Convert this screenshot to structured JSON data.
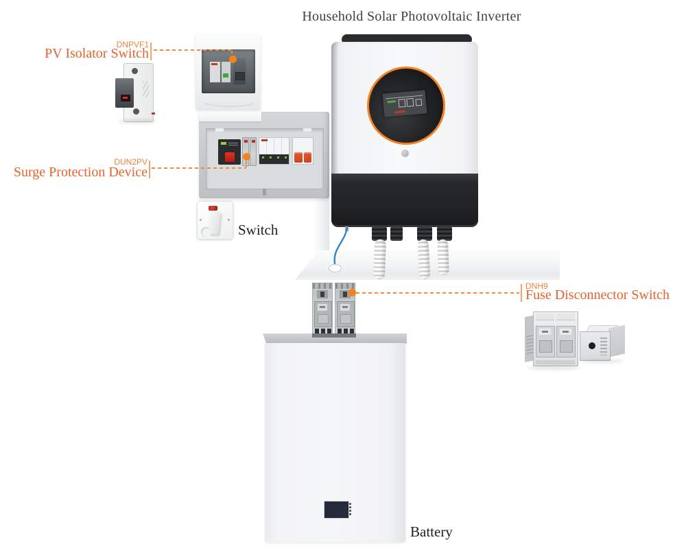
{
  "title": "Household Solar Photovoltaic Inverter",
  "colors": {
    "accent_label": "#e6622c",
    "accent_code": "#ef8440",
    "leader_line": "#f08a3e",
    "marker_dot": "#f5821f",
    "dark_label": "#1e1e1e",
    "title_text": "#3f3f3f",
    "inverter_ring": "#f5821f",
    "wire_blue": "#2e86c8"
  },
  "annotations": {
    "pv_isolator": {
      "code": "DNPVF1",
      "label": "PV Isolator Switch"
    },
    "surge_protection": {
      "code": "DUN2PV",
      "label": "Surge Protection Device"
    },
    "wall_switch": {
      "label": "Switch"
    },
    "fuse_disconnector": {
      "code": "DNH9",
      "label": "Fuse Disconnector Switch"
    },
    "battery": {
      "label": "Battery"
    }
  }
}
